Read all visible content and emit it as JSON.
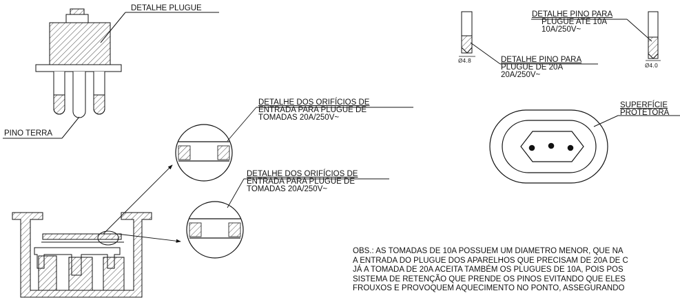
{
  "labels": {
    "detalhe_plugue": "DETALHE PLUGUE",
    "pino_terra": "PINO TERRA",
    "pino_10a": [
      "DETALHE PINO PARA",
      "PLUGUE ATÉ 10A",
      "10A/250V~"
    ],
    "pino_20a": [
      "DETALHE PINO PARA",
      "PLUGUE DE 20A",
      "20A/250V~"
    ],
    "diam_48": "Ø4.8",
    "diam_40": "Ø4.0",
    "superficie": [
      "SUPERFÍCIE",
      "PROTETORA"
    ],
    "orificios_1": [
      "DETALHE DOS ORIFÍCIOS DE",
      "ENTRADA PARA PLUGUE DE",
      "TOMADAS 20A/250V~"
    ],
    "orificios_2": [
      "DETALHE DOS ORIFÍCIOS DE",
      "ENTRADA PARA PLUGUE DE",
      "TOMADAS 20A/250V~"
    ]
  },
  "obs": [
    "OBS.: AS TOMADAS DE 10A POSSUEM UM DIÂMETRO MENOR, QUE NÃ",
    "A ENTRADA DO PLUGUE DOS APARELHOS QUE PRECISAM DE 20A DE C",
    "JÁ A TOMADA DE 20A ACEITA TAMBÉM OS PLUGUES DE 10A, POIS POS",
    "SISTEMA DE RETENÇÃO QUE PRENDE OS PINOS EVITANDO QUE ELES",
    "FROUXOS E PROVOQUEM AQUECIMENTO NO PONTO, ASSEGURANDO"
  ]
}
